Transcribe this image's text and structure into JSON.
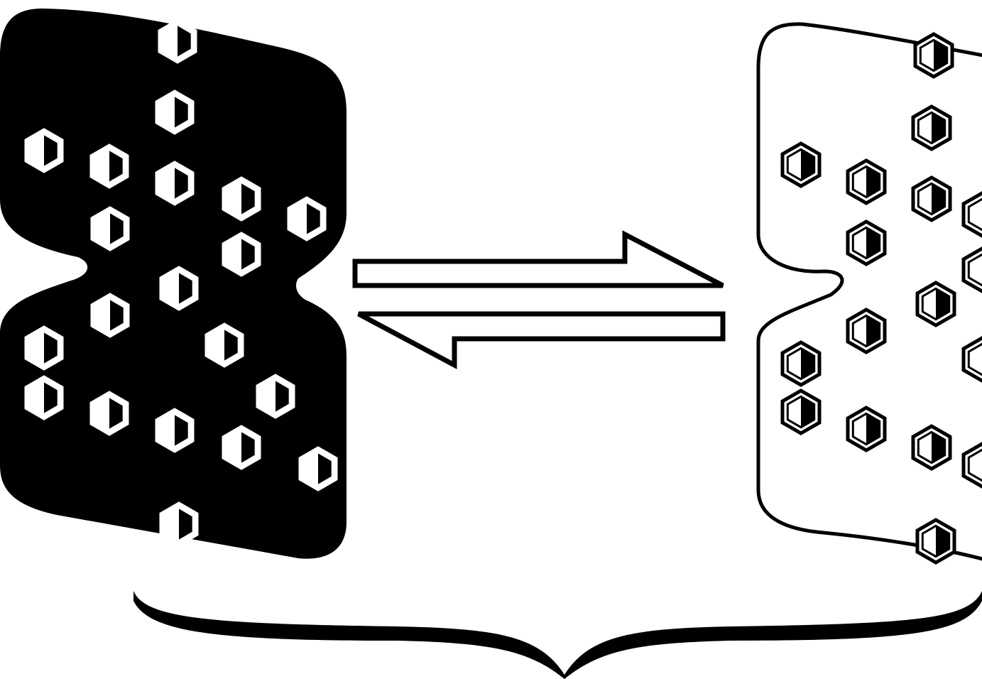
{
  "diagram": {
    "kind": "reversible-equilibrium",
    "colors": {
      "ink": "#000000",
      "paper": "#ffffff"
    },
    "left_state": {
      "fill": "black",
      "motif": "hexagon-half-filled"
    },
    "right_state": {
      "fill": "white",
      "motif": "hexagon-half-filled"
    },
    "equilibrium_arrows": {
      "icon": "double-harpoon-arrows",
      "directions": [
        "forward",
        "reverse"
      ]
    },
    "brace": {
      "icon": "curly-brace-under",
      "label": ""
    }
  }
}
